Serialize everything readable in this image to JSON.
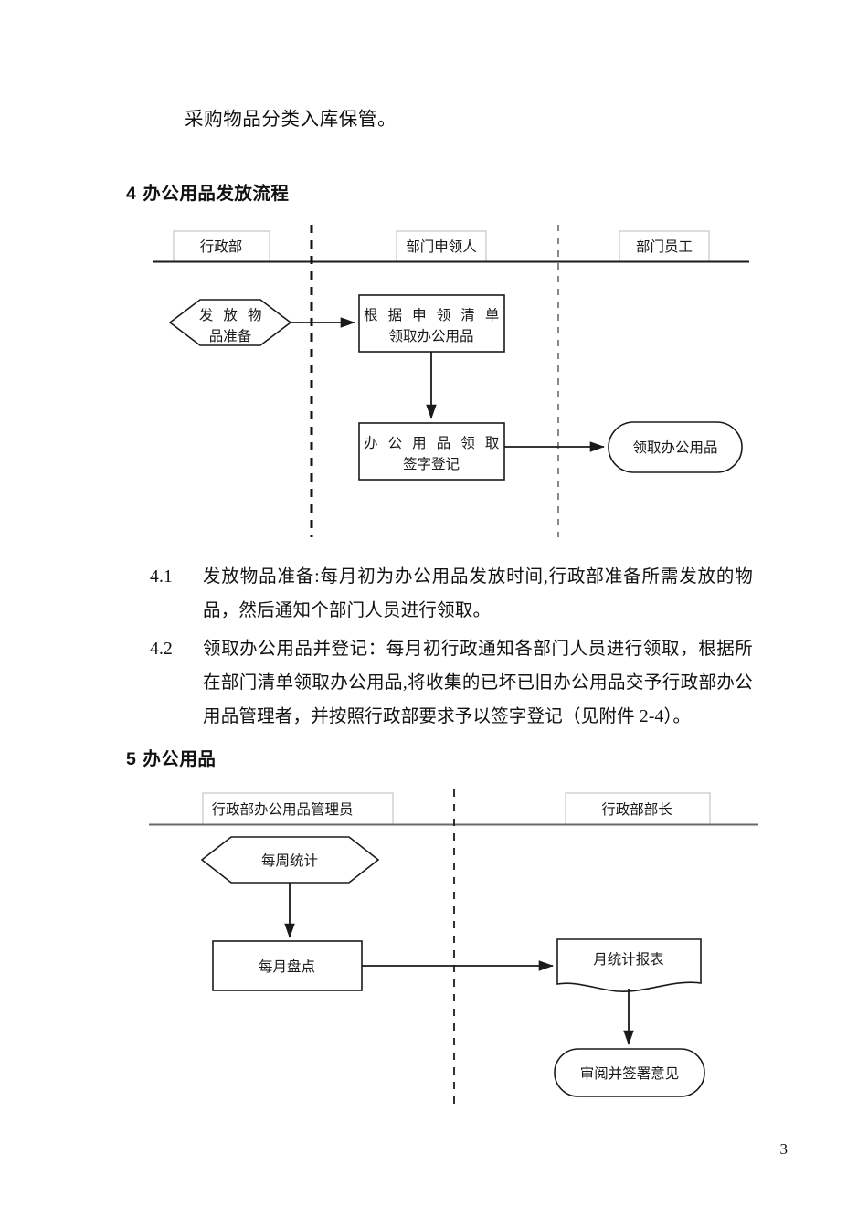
{
  "document": {
    "page_number": "3",
    "intro_line": "采购物品分类入库保管。"
  },
  "sections": {
    "section4": {
      "number": "4",
      "title": "办公用品发放流程",
      "paragraphs": [
        {
          "number": "4.1",
          "text": "发放物品准备:每月初为办公用品发放时间,行政部准备所需发放的物品，然后通知个部门人员进行领取。"
        },
        {
          "number": "4.2",
          "text": "领取办公用品并登记：每月初行政通知各部门人员进行领取，根据所在部门清单领取办公用品,将收集的已坏已旧办公用品交予行政部办公用品管理者，并按照行政部要求予以签字登记（见附件 2-4）。"
        }
      ]
    },
    "section5": {
      "number": "5",
      "title": "办公用品"
    }
  },
  "flowchart1": {
    "lanes": [
      {
        "label": "行政部"
      },
      {
        "label": "部门申领人"
      },
      {
        "label": "部门员工"
      }
    ],
    "nodes": {
      "prepare": {
        "line1": "发 放 物",
        "line2": "品准备"
      },
      "pick_by_list": {
        "line1": "根 据 申 领 清 单",
        "line2": "领取办公用品"
      },
      "sign_register": {
        "line1": "办 公 用 品 领 取",
        "line2": "签字登记"
      },
      "receive": {
        "line1": "领取办公用品"
      }
    }
  },
  "flowchart2": {
    "lanes": [
      {
        "label": "行政部办公用品管理员"
      },
      {
        "label": "行政部部长"
      }
    ],
    "nodes": {
      "weekly": {
        "line1": "每周统计"
      },
      "monthly_count": {
        "line1": "每月盘点"
      },
      "monthly_report": {
        "line1": "月统计报表"
      },
      "review_sign": {
        "line1": "审阅并签署意见"
      }
    }
  },
  "colors": {
    "text": "#111111",
    "stroke": "#1a1a1a",
    "lane_rule": "#555555",
    "lane_box": "#bbbbbb"
  }
}
